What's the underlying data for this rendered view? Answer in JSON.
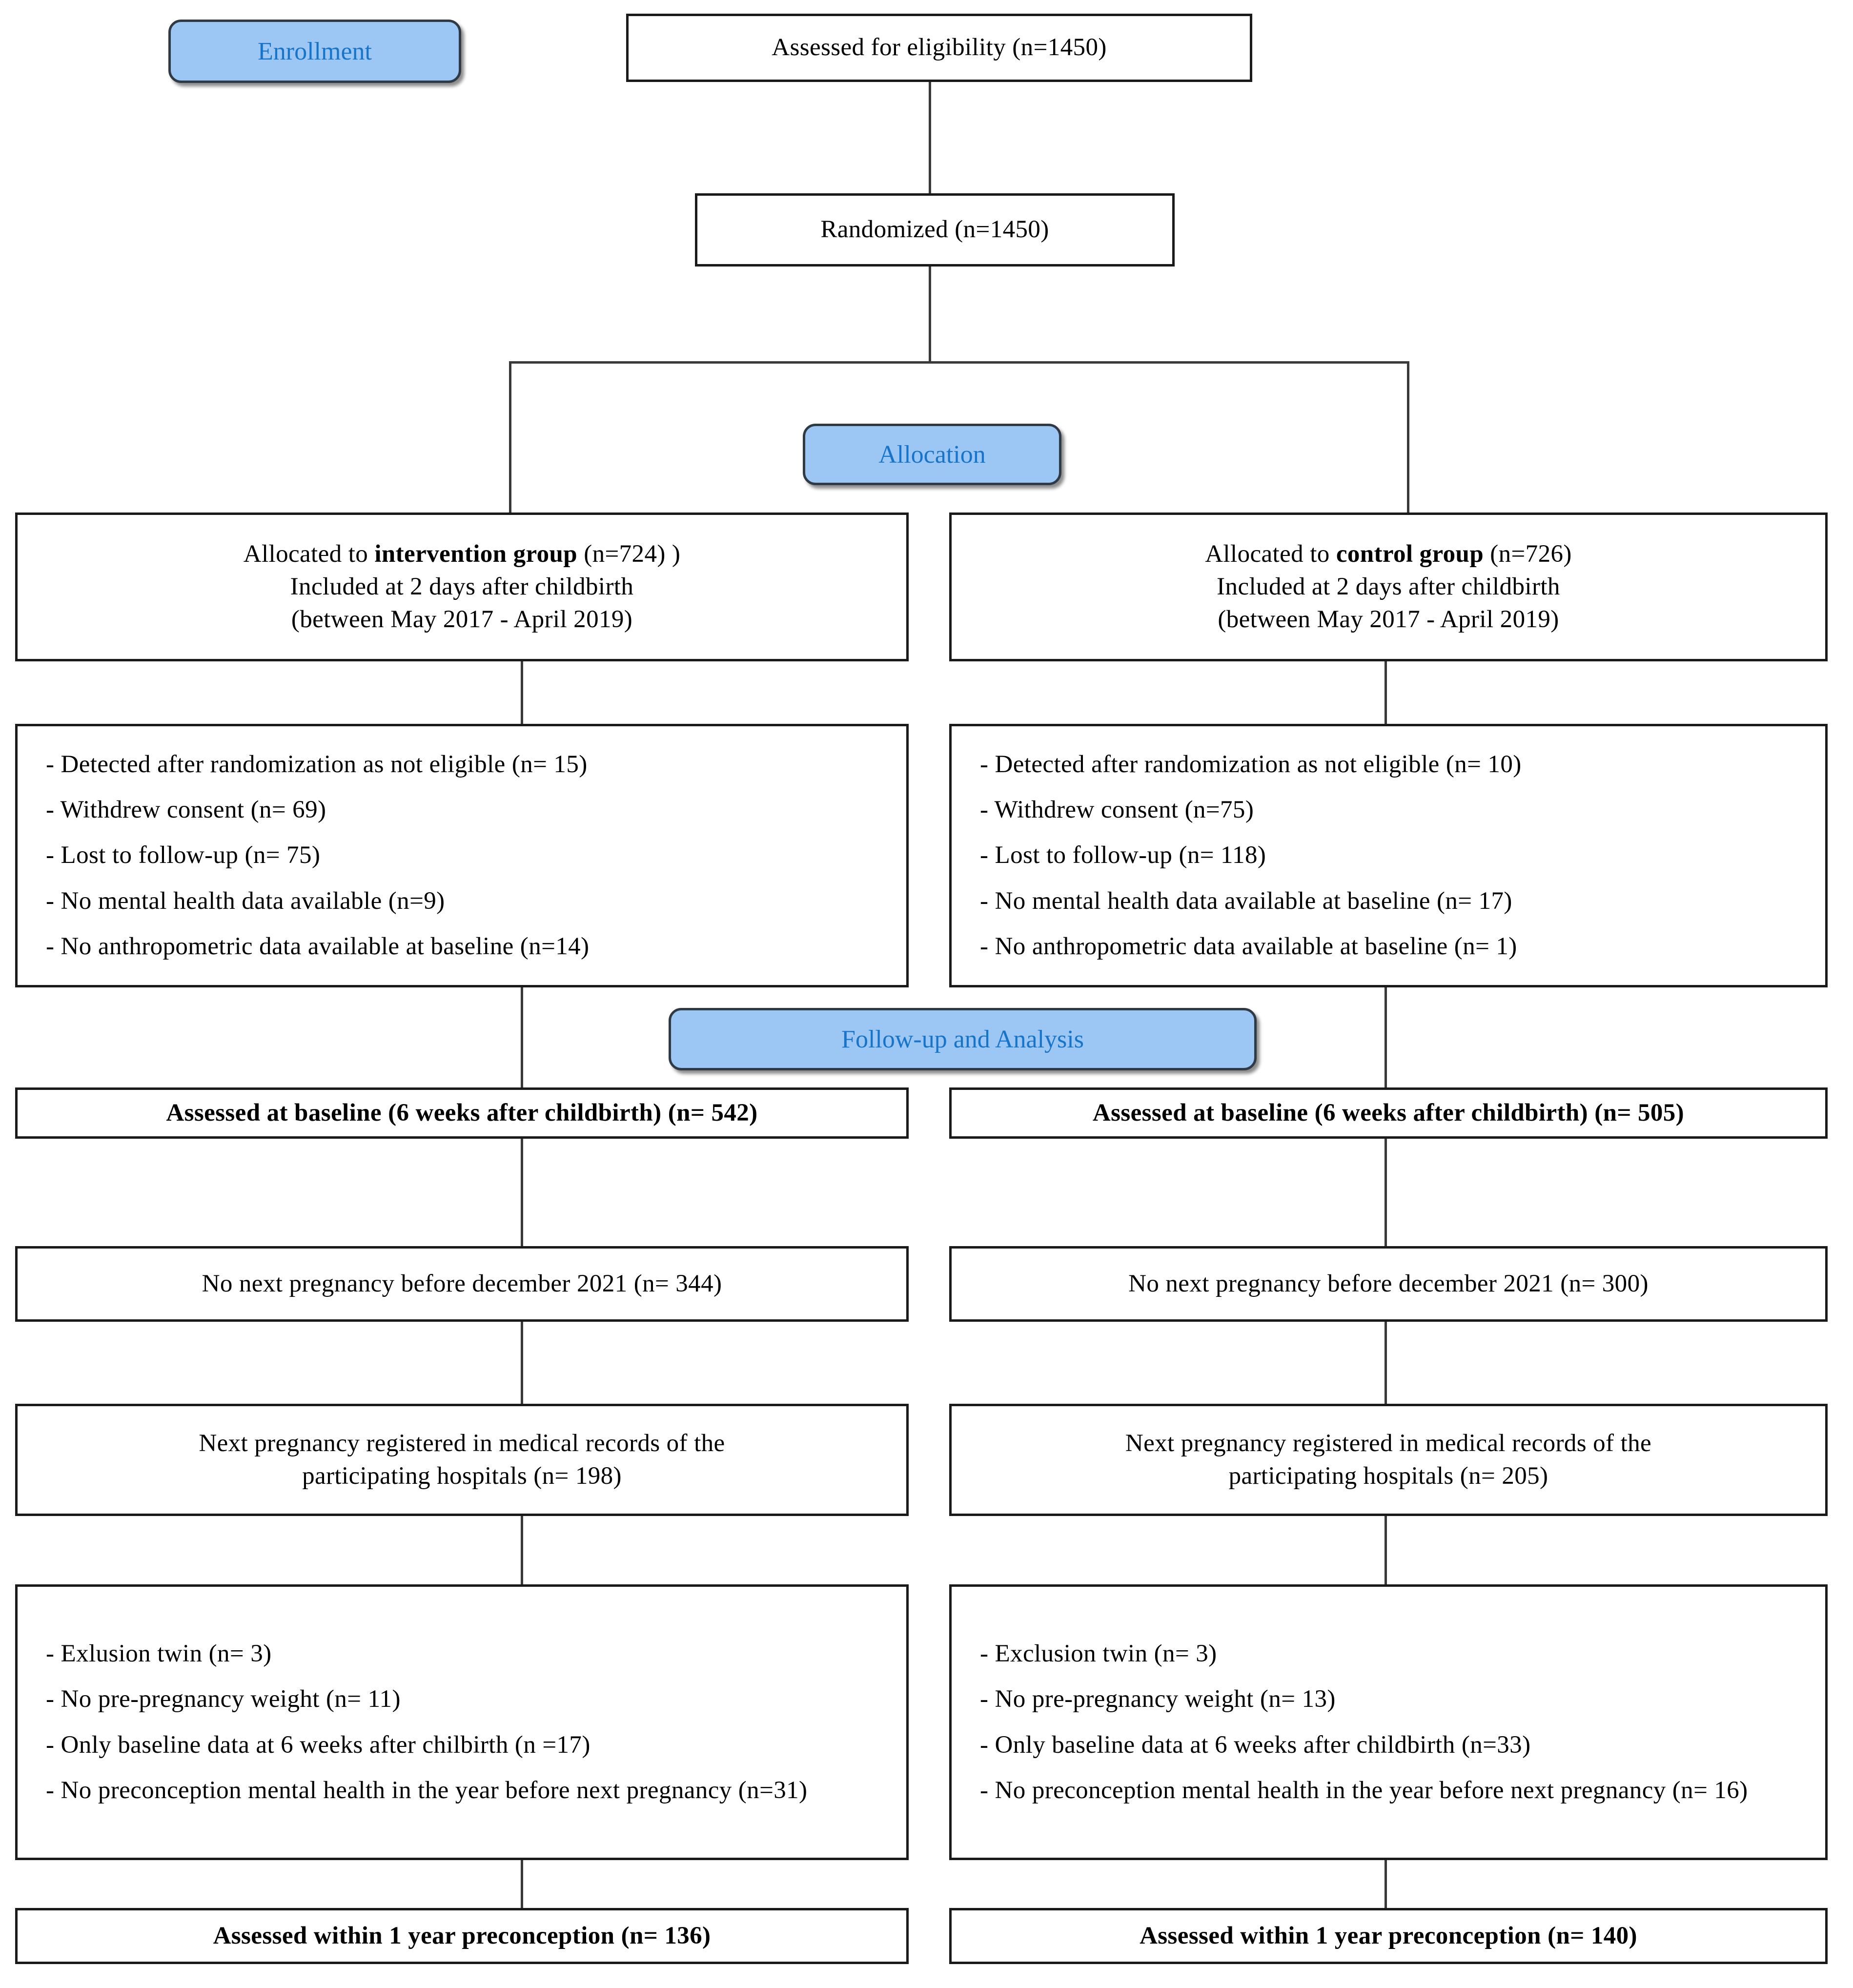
{
  "diagram": {
    "title": "CONSORT participant flow diagram",
    "accent_blue_fill": "#9CC6F4",
    "accent_blue_text": "#1774C8",
    "border_color": "#1a1a1a"
  },
  "stages": {
    "enrollment": "Enrollment",
    "allocation": "Allocation",
    "followup": "Follow-up and Analysis"
  },
  "enrollment": {
    "assessed": "Assessed for eligibility (n=1450)",
    "randomized": "Randomized (n=1450)"
  },
  "intervention": {
    "allocated_prefix": "Allocated  to ",
    "allocated_bold": "intervention group",
    "allocated_suffix": " (n=724) )",
    "allocated_line2": "Included at 2 days after childbirth",
    "allocated_line3": "(between May 2017 - April 2019)",
    "exclusions": [
      "- Detected after randomization as not eligible  (n= 15)",
      "- Withdrew consent (n= 69)",
      "- Lost to follow-up (n= 75)",
      "- No mental health data available  (n=9)",
      "- No anthropometric data available at baseline (n=14)"
    ],
    "baseline": "Assessed at baseline (6 weeks after childbirth) (n= 542)",
    "no_next_pregnancy": "No next pregnancy  before  december  2021 (n= 344)",
    "registered_line1": "Next pregnancy  registered  in medical  records  of the",
    "registered_line2": "participating  hospitals  (n= 198)",
    "final_exclusions": [
      "- Exlusion twin (n= 3)",
      "- No pre-pregnancy  weight (n= 11)",
      "- Only baseline data at 6 weeks after chilbirth  (n =17)",
      "- No preconception  mental health in the year before  next  pregnancy  (n=31)"
    ],
    "preconception": "Assessed within 1 year preconception (n= 136)"
  },
  "control": {
    "allocated_prefix": "Allocated  to ",
    "allocated_bold": "control group",
    "allocated_suffix": " (n=726)",
    "allocated_line2": "Included at 2 days after childbirth",
    "allocated_line3": "(between May 2017 - April 2019)",
    "exclusions": [
      "- Detected after randomization as not eligible  (n= 10)",
      "- Withdrew consent (n=75)",
      "- Lost to follow-up  (n= 118)",
      "- No mental health data available at baseline (n= 17)",
      "- No anthropometric data available at baseline (n= 1)"
    ],
    "baseline": "Assessed at baseline (6 weeks after childbirth) (n= 505)",
    "no_next_pregnancy": "No next pregnancy  before  december  2021 (n= 300)",
    "registered_line1": "Next pregnancy  registered  in medical  records  of the",
    "registered_line2": "participating  hospitals   (n= 205)",
    "final_exclusions": [
      "- Exclusion twin (n= 3)",
      "- No pre-pregnancy  weight (n= 13)",
      "- Only baseline data at 6 weeks after childbirth  (n=33)",
      "- No preconception  mental health in the year before  next  pregnancy  (n= 16)"
    ],
    "preconception": "Assessed within 1 year preconception (n= 140)"
  }
}
